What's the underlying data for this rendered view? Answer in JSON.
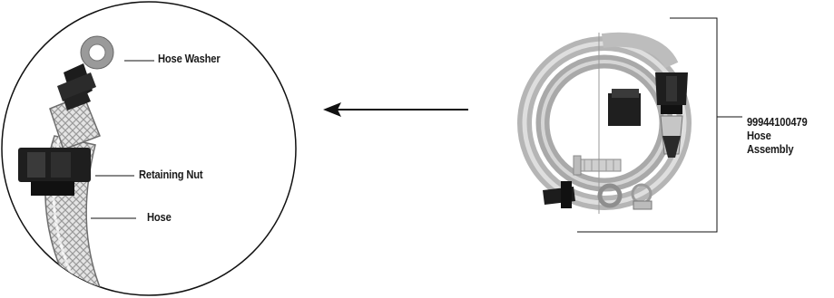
{
  "labels": {
    "hose_washer": "Hose Washer",
    "retaining_nut": "Retaining Nut",
    "hose": "Hose"
  },
  "assembly": {
    "part_number": "99944100479",
    "line1": "Hose",
    "line2": "Assembly"
  }
}
